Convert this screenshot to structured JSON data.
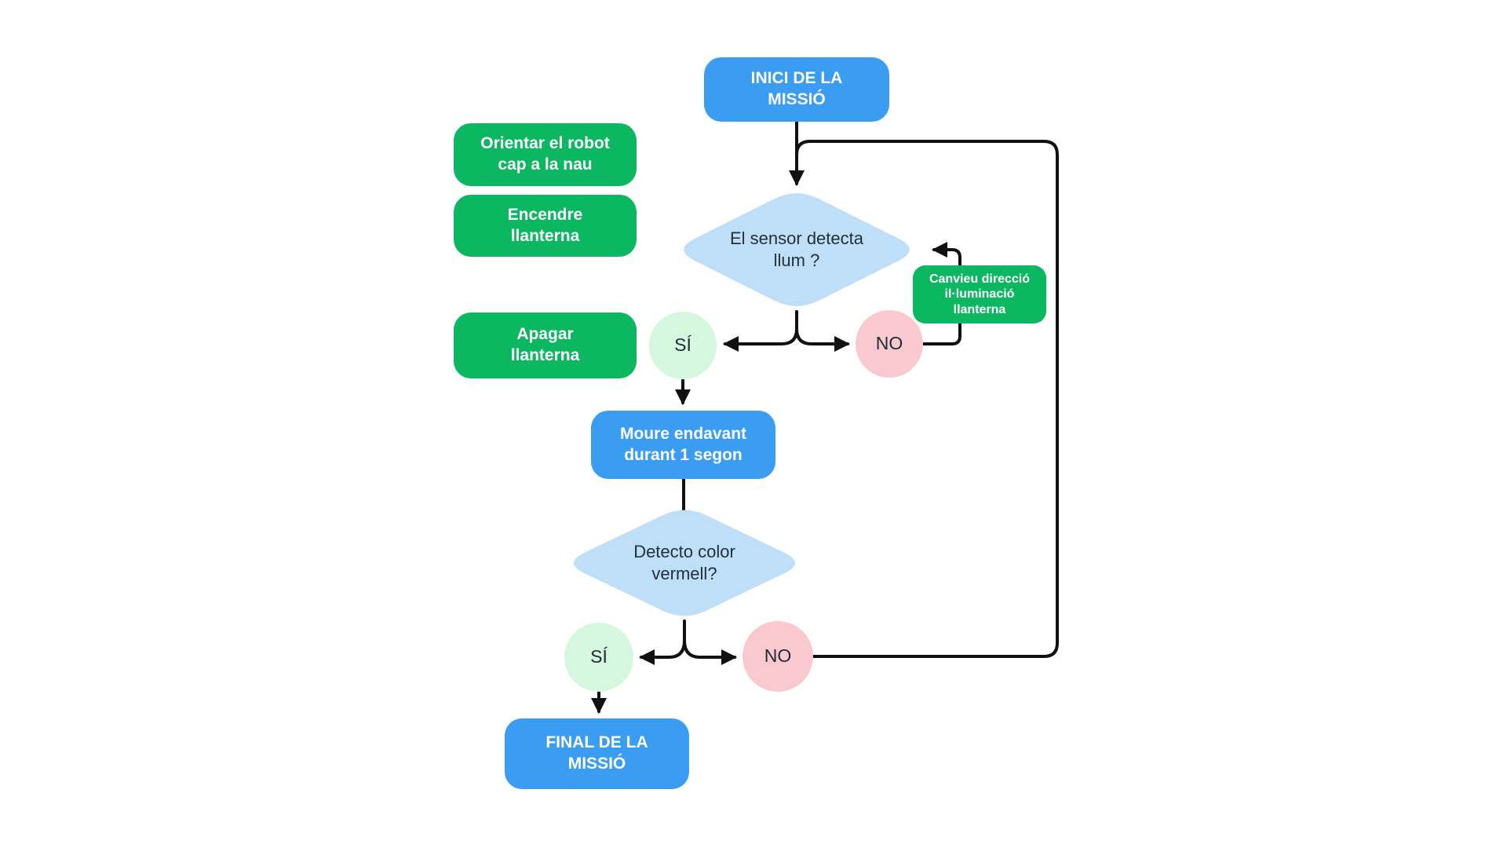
{
  "diagram": {
    "type": "flowchart",
    "language": "Catalan",
    "colors": {
      "process_blue": "#3b9df2",
      "action_green": "#0cb761",
      "decision_light_blue": "#bfdff9",
      "yes_light_green": "#d5f7dd",
      "no_pink": "#f9c9cf",
      "connector_black": "#111111",
      "text_on_fill_white": "#ffffff",
      "text_dark": "#1e2b36",
      "background": "#ffffff"
    },
    "nodes": {
      "start": {
        "lines": [
          "INICI DE LA",
          "MISSIÓ"
        ]
      },
      "side_step_1": {
        "lines": [
          "Orientar el robot",
          "cap a la nau"
        ]
      },
      "side_step_2": {
        "lines": [
          "Encendre",
          "llanterna"
        ]
      },
      "side_step_3": {
        "lines": [
          "Apagar",
          "llanterna"
        ]
      },
      "decision_1": {
        "lines": [
          "El sensor detecta",
          "llum ?"
        ]
      },
      "loop_action": {
        "lines": [
          "Canvieu direcció",
          "il·luminació",
          "llanterna"
        ]
      },
      "yes_1": {
        "label": "SÍ"
      },
      "no_1": {
        "label": "NO"
      },
      "action_1": {
        "lines": [
          "Moure endavant",
          "durant 1 segon"
        ]
      },
      "decision_2": {
        "lines": [
          "Detecto color",
          "vermell?"
        ]
      },
      "yes_2": {
        "label": "SÍ"
      },
      "no_2": {
        "label": "NO"
      },
      "end": {
        "lines": [
          "FINAL DE LA",
          "MISSIÓ"
        ]
      }
    },
    "edges": [
      {
        "from": "start",
        "to": "decision_1"
      },
      {
        "from": "decision_1",
        "to": "yes_1"
      },
      {
        "from": "decision_1",
        "to": "no_1"
      },
      {
        "from": "no_1",
        "to": "decision_1",
        "via": "loop_action"
      },
      {
        "from": "yes_1",
        "to": "action_1"
      },
      {
        "from": "action_1",
        "to": "decision_2"
      },
      {
        "from": "decision_2",
        "to": "yes_2"
      },
      {
        "from": "decision_2",
        "to": "no_2"
      },
      {
        "from": "no_2",
        "to": "decision_1",
        "via": "outer-loop"
      },
      {
        "from": "yes_2",
        "to": "end"
      }
    ]
  }
}
